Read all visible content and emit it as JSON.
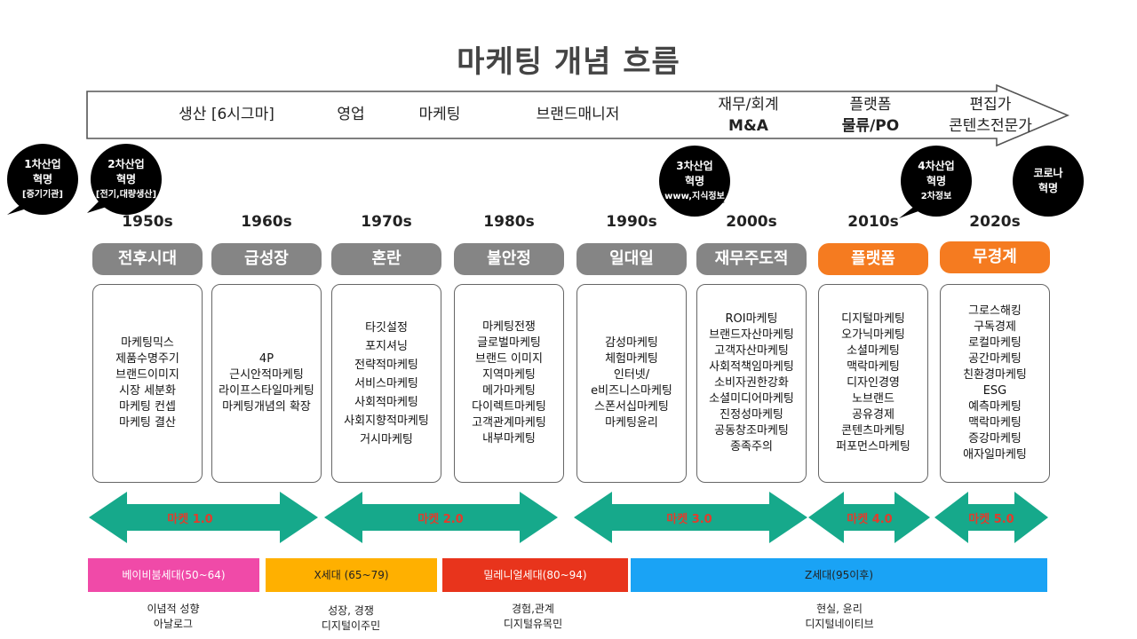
{
  "title": "마케팅 개념 흐름",
  "stages": [
    {
      "lines": [
        "생산 [6시그마]"
      ]
    },
    {
      "lines": [
        "영업"
      ]
    },
    {
      "lines": [
        "마케팅"
      ]
    },
    {
      "lines": [
        "브랜드매니저"
      ]
    },
    {
      "lines": [
        "재무/회계",
        "M&A"
      ]
    },
    {
      "lines": [
        "플랫폼",
        "물류/PO"
      ]
    },
    {
      "lines": [
        "편집가",
        "콘텐츠전문가"
      ]
    }
  ],
  "revolutions": [
    {
      "l1": "1차산업",
      "l2": "혁명",
      "l3": "[증기기관]"
    },
    {
      "l1": "2차산업",
      "l2": "혁명",
      "l3": "[전기,대량생산]"
    },
    {
      "l1": "3차산업",
      "l2": "혁명",
      "l3": "www,지식정보"
    },
    {
      "l1": "4차산업",
      "l2": "혁명",
      "l3": "2차정보"
    },
    {
      "l1": "코로나",
      "l2": "혁명",
      "l3": ""
    }
  ],
  "decades": [
    {
      "year": "1950s",
      "era": "전후시대",
      "items": [
        "마케팅믹스",
        "제품수명주기",
        "브랜드이미지",
        "시장 세분화",
        "마케팅 컨셉",
        "마케팅 결산"
      ]
    },
    {
      "year": "1960s",
      "era": "급성장",
      "items": [
        "4P",
        "근시안적마케팅",
        "라이프스타일마케팅",
        "마케팅개념의 확장"
      ]
    },
    {
      "year": "1970s",
      "era": "혼란",
      "items": [
        "타깃설정",
        "포지셔닝",
        "전략적마케팅",
        "서비스마케팅",
        "사회적마케팅",
        "사회지향적마케팅",
        "거시마케팅"
      ]
    },
    {
      "year": "1980s",
      "era": "불안정",
      "items": [
        "마케팅전쟁",
        "글로벌마케팅",
        "브랜드 이미지",
        "지역마케팅",
        "메가마케팅",
        "다이렉트마케팅",
        "고객관계마케팅",
        "내부마케팅"
      ]
    },
    {
      "year": "1990s",
      "era": "일대일",
      "items": [
        "감성마케팅",
        "체험마케팅",
        "인터넷/",
        "e비즈니스마케팅",
        "스폰서십마케팅",
        "마케팅윤리"
      ]
    },
    {
      "year": "2000s",
      "era": "재무주도적",
      "items": [
        "ROI마케팅",
        "브랜드자산마케팅",
        "고객자산마케팅",
        "사회적책임마케팅",
        "소비자권한강화",
        "소셜미디어마케팅",
        "진정성마케팅",
        "공동창조마케팅",
        "종족주의"
      ]
    },
    {
      "year": "2010s",
      "era": "플랫폼",
      "items": [
        "디지털마케팅",
        "오가닉마케팅",
        "소셜마케팅",
        "맥락마케팅",
        "디자인경영",
        "노브랜드",
        "공유경제",
        "콘텐츠마케팅",
        "퍼포먼스마케팅"
      ]
    },
    {
      "year": "2020s",
      "era": "무경계",
      "items": [
        "그로스해킹",
        "구독경제",
        "로컬마케팅",
        "공간마케팅",
        "친환경마케팅",
        "ESG",
        "예측마케팅",
        "맥락마케팅",
        "증강마케팅",
        "애자일마케팅"
      ]
    }
  ],
  "markets": [
    "마켓 1.0",
    "마켓 2.0",
    "마켓 3.0",
    "마켓 4.0",
    "마켓 5.0"
  ],
  "generations": [
    {
      "label": "베이비붐세대(50~64)",
      "color": "#f04aa8",
      "text_color": "#ffffff",
      "trait": [
        "이념적 성향",
        "아날로그"
      ]
    },
    {
      "label": "X세대 (65~79)",
      "color": "#ffb000",
      "text_color": "#222222",
      "trait": [
        "성장, 경쟁",
        "디지털이주민"
      ]
    },
    {
      "label": "밀레니얼세대(80~94)",
      "color": "#e8341c",
      "text_color": "#ffffff",
      "trait": [
        "경험,관계",
        "디지털유목민"
      ]
    },
    {
      "label": "Z세대(95이후)",
      "color": "#1aa3f5",
      "text_color": "#222222",
      "trait": [
        "현실, 윤리",
        "디지털네이티브"
      ]
    }
  ],
  "colors": {
    "era_gray": "#858585",
    "era_orange": "#f57b20",
    "market_arrow": "#16a98b",
    "market_text": "#e23b2c"
  }
}
